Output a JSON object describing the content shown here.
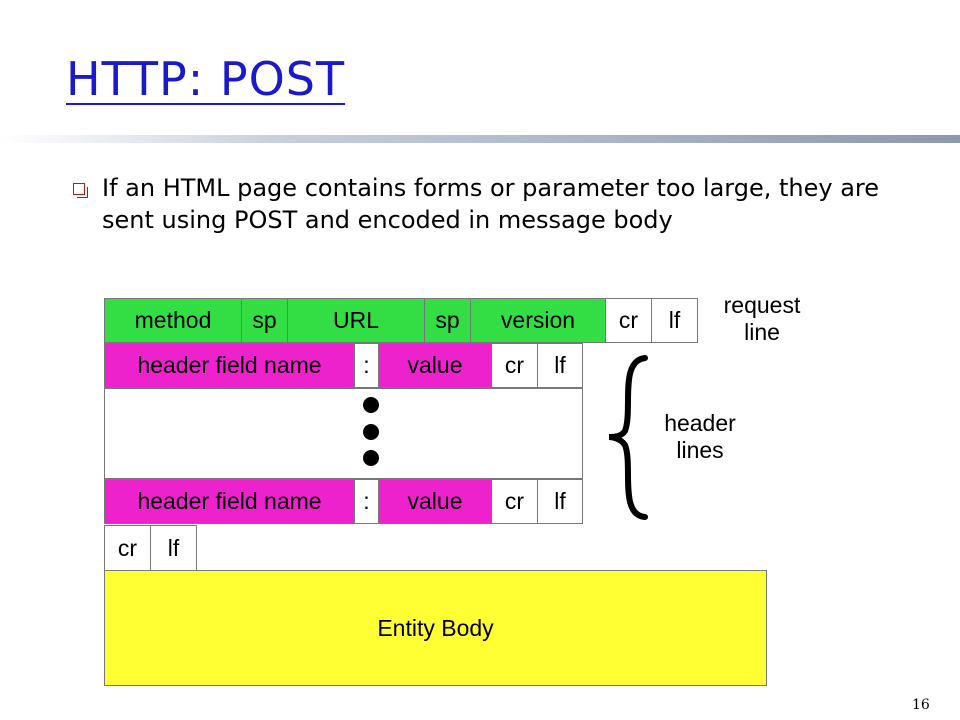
{
  "slide": {
    "title": "HTTP: POST",
    "bullet": "If an HTML page contains forms or parameter too large, they are sent using POST and encoded in message body",
    "page_number": "16"
  },
  "diagram": {
    "request_line": {
      "method": "method",
      "sp1": "sp",
      "url": "URL",
      "sp2": "sp",
      "version": "version",
      "cr": "cr",
      "lf": "lf",
      "label_line1": "request",
      "label_line2": "line"
    },
    "header_row_1": {
      "field_name": "header field name",
      "colon": ":",
      "value": "value",
      "cr": "cr",
      "lf": "lf"
    },
    "header_row_2": {
      "field_name": "header field name",
      "colon": ":",
      "value": "value",
      "cr": "cr",
      "lf": "lf"
    },
    "header_label_line1": "header",
    "header_label_line2": "lines",
    "blank_line": {
      "cr": "cr",
      "lf": "lf"
    },
    "entity_body": "Entity Body",
    "colors": {
      "request_line": "#33dd44",
      "header_field": "#ee22cc",
      "entity_body": "#ffff33",
      "title": "#1a1acc",
      "bullet": "#cc1111"
    }
  }
}
